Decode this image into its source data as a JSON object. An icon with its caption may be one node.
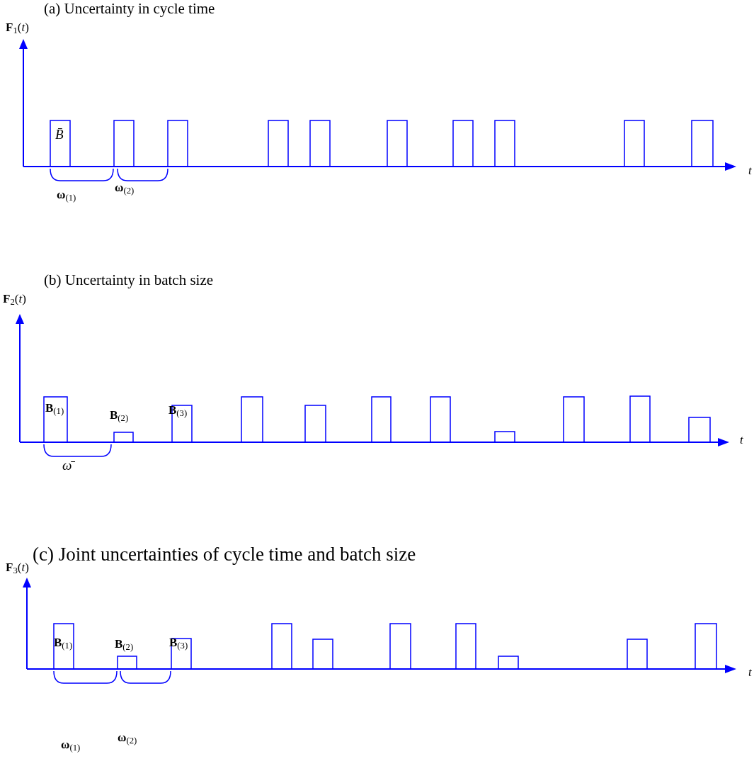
{
  "diagram": {
    "labels": [
      "(a) Uncertainty in cycle time",
      "**F**$_{1}$(*t*)",
      "*t*",
      "*B̄*",
      "**ω**$_{(1)}$",
      "**ω**$_{(2)}$",
      "(b) Uncertainty in batch size",
      "**F**$_{2}$(*t*)",
      "**B**$_{(1)}$",
      "**B**$_{(2)}$",
      "**B**$_{(3)}$",
      "*t*",
      "*ω̄*",
      "(c) Joint uncertainties of cycle time and batch size",
      "**F**$_{3}$(*t*)",
      "**B**$_{(1)}$",
      "**B**$_{(2)}$",
      "**B**$_{(3)}$",
      "*t*",
      "**ω**$_{(1)}$",
      "**ω**$_{(2)}$"
    ]
  }
}
